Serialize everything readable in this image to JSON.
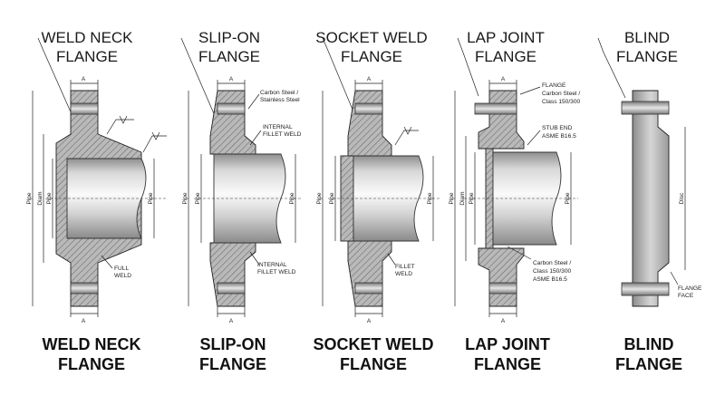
{
  "diagrams": [
    {
      "id": "weld-neck",
      "title_line1": "WELD NECK",
      "title_line2": "FLANGE",
      "caption_line1": "WELD NECK",
      "caption_line2": "FLANGE",
      "dim_top": "A",
      "dim_bottom": "A",
      "dims_left": [
        "Pipe",
        "Diam",
        "Pipe"
      ],
      "dim_right": "Pipe",
      "callouts": [
        "FULL",
        "WELD"
      ]
    },
    {
      "id": "slip-on",
      "title_line1": "SLIP-ON",
      "title_line2": "FLANGE",
      "caption_line1": "SLIP-ON",
      "caption_line2": "FLANGE",
      "dim_top": "A",
      "dim_bottom": "A",
      "dims_left": [
        "Pipe",
        "Pipe"
      ],
      "dim_right": "Pipe",
      "callouts": [
        "Carbon Steel /",
        "Stainless Steel",
        "INTERNAL",
        "FILLET WELD",
        "INTERNAL",
        "FILLET WELD"
      ]
    },
    {
      "id": "socket-weld",
      "title_line1": "SOCKET WELD",
      "title_line2": "FLANGE",
      "caption_line1": "SOCKET WELD",
      "caption_line2": "FLANGE",
      "dim_top": "A",
      "dim_bottom": "A",
      "dims_left": [
        "Pipe",
        "Pipe"
      ],
      "dim_right": "Pipe",
      "callouts": [
        "FILLET",
        "WELD"
      ]
    },
    {
      "id": "lap-joint",
      "title_line1": "LAP JOINT",
      "title_line2": "FLANGE",
      "caption_line1": "LAP JOINT",
      "caption_line2": "FLANGE",
      "dim_top": "A",
      "dim_bottom": "A",
      "dims_left": [
        "Pipe",
        "Diam",
        "Pipe"
      ],
      "dim_right": "Pipe",
      "callouts": [
        "FLANGE",
        "Carbon Steel /",
        "Class 150/300",
        "STUB END",
        "ASME B16.5",
        "Carbon Steel /",
        "Class 150/300",
        "ASME B16.5"
      ]
    },
    {
      "id": "blind",
      "title_line1": "BLIND",
      "title_line2": "FLANGE",
      "caption_line1": "BLIND",
      "caption_line2": "FLANGE",
      "dim_right": "Disc",
      "callouts": [
        "FLANGE",
        "FACE"
      ]
    }
  ],
  "colors": {
    "metal_hatch": "#9a9a9a",
    "pipe_light": "#f4f4f4",
    "pipe_dark": "#9c9c9c",
    "ink": "#222222"
  }
}
